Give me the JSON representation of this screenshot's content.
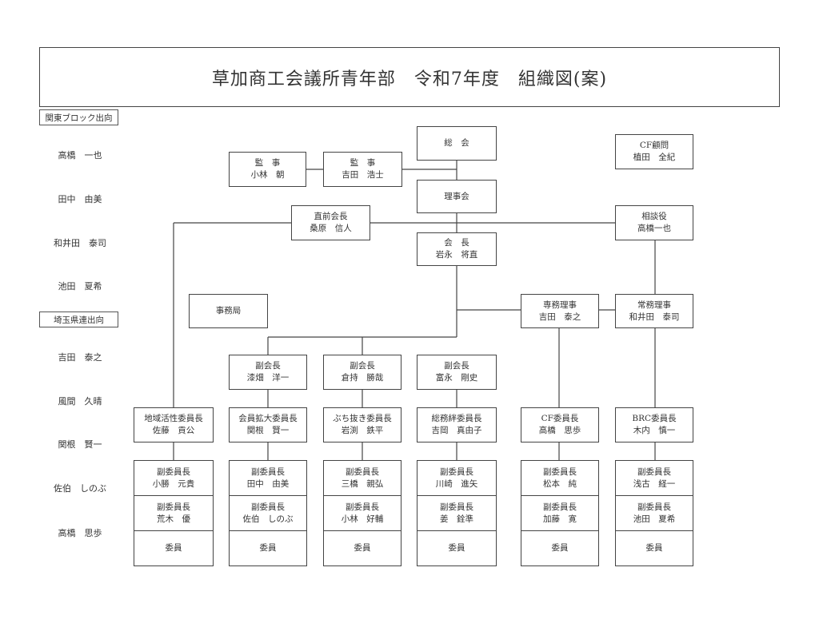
{
  "title": "草加商工会議所青年部　令和7年度　組織図(案)",
  "kanto_block": {
    "label": "関東ブロック出向",
    "members": [
      "高橋　一也",
      "田中　由美",
      "和井田　泰司",
      "池田　夏希"
    ]
  },
  "saitama": {
    "label": "埼玉県連出向",
    "members": [
      "吉田　泰之",
      "風間　久晴",
      "関根　賢一",
      "佐伯　しのぶ",
      "高橋　思歩"
    ]
  },
  "boxes": {
    "soukai": {
      "role": "総　会",
      "name": ""
    },
    "riji": {
      "role": "理事会",
      "name": ""
    },
    "kanji1": {
      "role": "監　事",
      "name": "小林　朝"
    },
    "kanji2": {
      "role": "監　事",
      "name": "吉田　浩士"
    },
    "cf_komon": {
      "role": "CF顧問",
      "name": "植田　全紀"
    },
    "chokuzen": {
      "role": "直前会長",
      "name": "桑原　信人"
    },
    "soudan": {
      "role": "相談役",
      "name": "高橋一也"
    },
    "kaicho": {
      "role": "会　長",
      "name": "岩永　将直"
    },
    "jimukyoku": {
      "role": "事務局",
      "name": ""
    },
    "senmu": {
      "role": "専務理事",
      "name": "吉田　泰之"
    },
    "joumu": {
      "role": "常務理事",
      "name": "和井田　泰司"
    },
    "fuku1": {
      "role": "副会長",
      "name": "漆畑　洋一"
    },
    "fuku2": {
      "role": "副会長",
      "name": "倉持　勝哉"
    },
    "fuku3": {
      "role": "副会長",
      "name": "富永　剛史"
    }
  },
  "committees": [
    {
      "chair_role": "地域活性委員長",
      "chair_name": "佐藤　貢公",
      "vice1_role": "副委員長",
      "vice1_name": "小勝　元貴",
      "vice2_role": "副委員長",
      "vice2_name": "荒木　優",
      "member": "委員"
    },
    {
      "chair_role": "会員拡大委員長",
      "chair_name": "関根　賢一",
      "vice1_role": "副委員長",
      "vice1_name": "田中　由美",
      "vice2_role": "副委員長",
      "vice2_name": "佐伯　しのぶ",
      "member": "委員"
    },
    {
      "chair_role": "ぶち抜き委員長",
      "chair_name": "岩渕　鉄平",
      "vice1_role": "副委員長",
      "vice1_name": "三橋　親弘",
      "vice2_role": "副委員長",
      "vice2_name": "小林　好輔",
      "member": "委員"
    },
    {
      "chair_role": "総務絆委員長",
      "chair_name": "吉岡　真由子",
      "vice1_role": "副委員長",
      "vice1_name": "川崎　進矢",
      "vice2_role": "副委員長",
      "vice2_name": "姜　銓準",
      "member": "委員"
    },
    {
      "chair_role": "CF委員長",
      "chair_name": "高橋　思歩",
      "vice1_role": "副委員長",
      "vice1_name": "松本　純",
      "vice2_role": "副委員長",
      "vice2_name": "加藤　寛",
      "member": "委員"
    },
    {
      "chair_role": "BRC委員長",
      "chair_name": "木内　慎一",
      "vice1_role": "副委員長",
      "vice1_name": "浅古　経一",
      "vice2_role": "副委員長",
      "vice2_name": "池田　夏希",
      "member": "委員"
    }
  ]
}
